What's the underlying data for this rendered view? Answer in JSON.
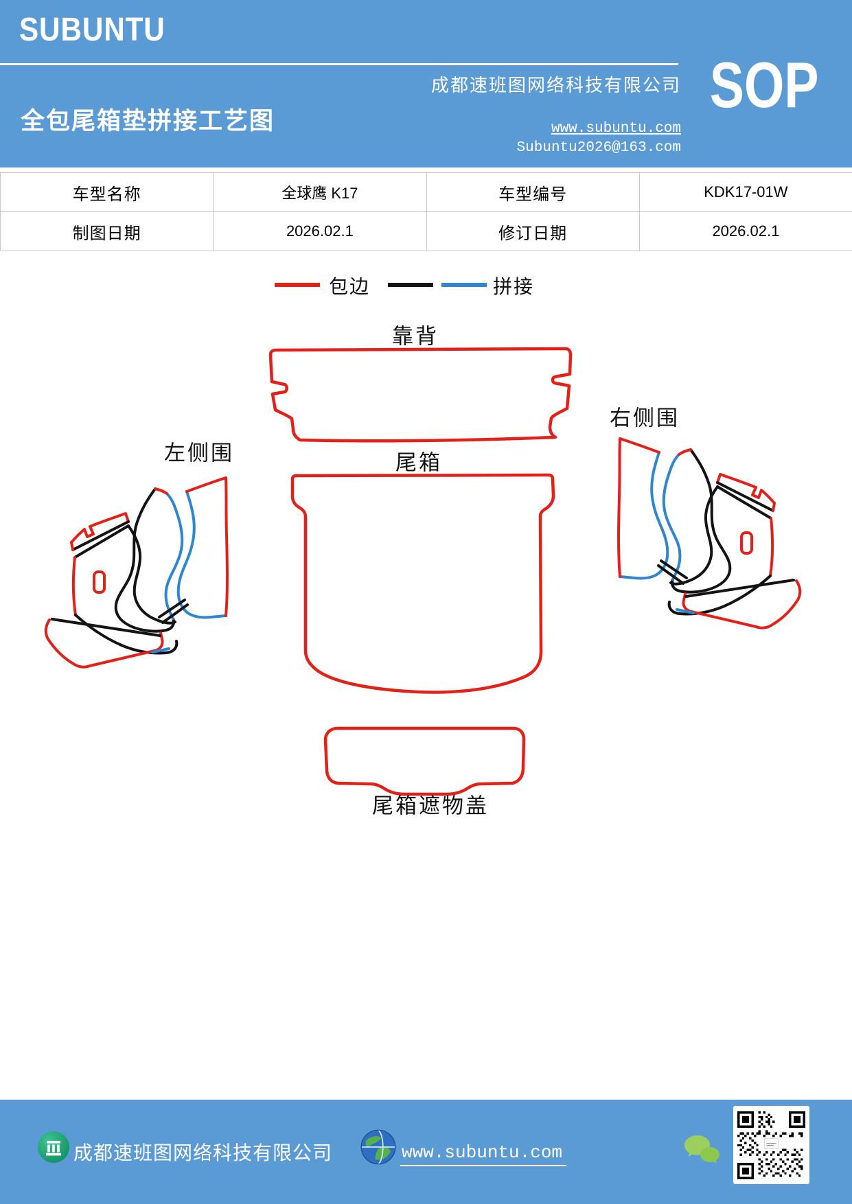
{
  "header": {
    "brand": "SUBUNTU",
    "company": "成都速班图网络科技有限公司",
    "title": "全包尾箱垫拼接工艺图",
    "website": "www.subuntu.com",
    "email": "Subuntu2026@163.com",
    "sop": "SOP"
  },
  "table": {
    "rows": [
      [
        "车型名称",
        "全球鹰 K17",
        "车型编号",
        "KDK17-01W"
      ],
      [
        "制图日期",
        "2026.02.1",
        "修订日期",
        "2026.02.1"
      ]
    ]
  },
  "legend": {
    "items": [
      {
        "label": "包边",
        "colors": [
          "#e32119"
        ]
      },
      {
        "label": "拼接",
        "colors": [
          "#131313",
          "#2e86d0"
        ]
      }
    ]
  },
  "diagram": {
    "labels": {
      "backrest": "靠背",
      "trunk": "尾箱",
      "left_side": "左侧围",
      "right_side": "右侧围",
      "trunk_cover": "尾箱遮物盖"
    }
  },
  "footer": {
    "company": "成都速班图网络科技有限公司",
    "website": "www.subuntu.com"
  },
  "colors": {
    "band_blue": "#5b9bd5",
    "edge_red": "#e32119",
    "seam_blue": "#2e86d0",
    "seam_black": "#131313"
  }
}
